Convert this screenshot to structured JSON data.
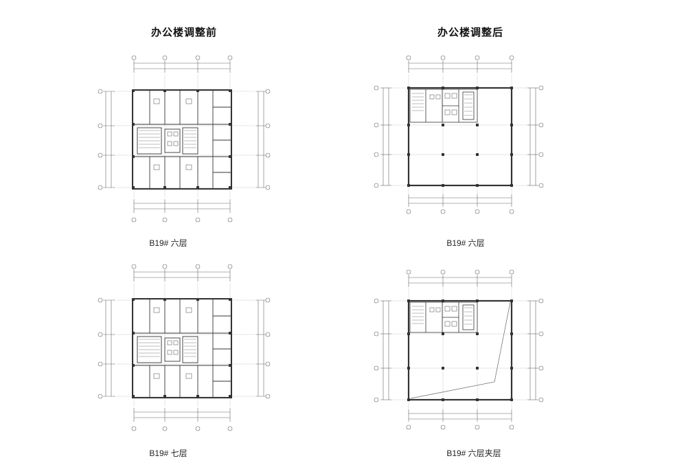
{
  "headings": {
    "before": "办公楼调整前",
    "after": "办公楼调整后"
  },
  "captions": {
    "top_left": "B19# 六层",
    "top_right": "B19# 六层",
    "bottom_left": "B19# 七层",
    "bottom_right": "B19# 六层夹层"
  },
  "colors": {
    "wall": "#333333",
    "dim_line": "#666666",
    "grid_line": "#999999"
  }
}
